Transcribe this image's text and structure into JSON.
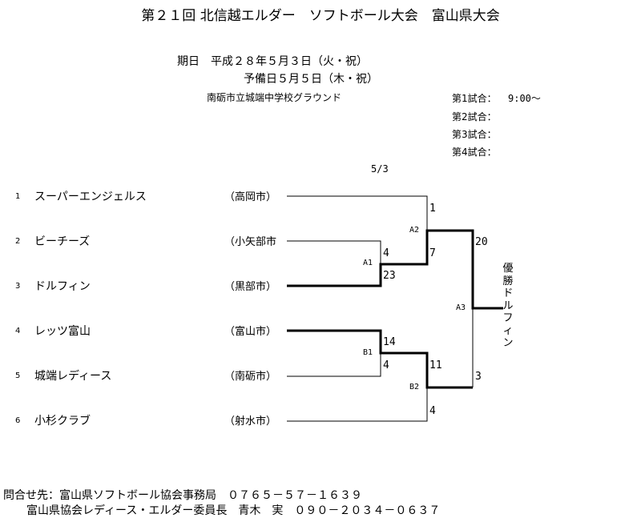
{
  "title": "第２１回 北信越エルダー　ソフトボール大会　富山県大会",
  "schedule": {
    "date_line": "期日　平成２８年５月３日（火・祝）",
    "reserve_line": "予備日５月５日（木・祝）",
    "venue": "南砺市立城端中学校グラウンド"
  },
  "games": [
    {
      "label": "第1試合：",
      "time": "9:00～"
    },
    {
      "label": "第2試合：",
      "time": ""
    },
    {
      "label": "第3試合：",
      "time": ""
    },
    {
      "label": "第4試合：",
      "time": ""
    }
  ],
  "bracket_date": "5/3",
  "teams": [
    {
      "num": "1",
      "name": "スーパーエンジェルス",
      "city": "（高岡市）"
    },
    {
      "num": "2",
      "name": "ビーチーズ",
      "city": "（小矢部市"
    },
    {
      "num": "3",
      "name": "ドルフィン",
      "city": "（黒部市）"
    },
    {
      "num": "4",
      "name": "レッツ富山",
      "city": "（富山市）"
    },
    {
      "num": "5",
      "name": "城端レディース",
      "city": "（南砺市）"
    },
    {
      "num": "6",
      "name": "小杉クラブ",
      "city": "（射水市）"
    }
  ],
  "matches": {
    "A1": {
      "label": "A1",
      "top_score": "4",
      "bottom_score": "23"
    },
    "B1": {
      "label": "B1",
      "top_score": "14",
      "bottom_score": "4"
    },
    "A2": {
      "label": "A2",
      "top_score": "1",
      "bottom_score": "7"
    },
    "B2": {
      "label": "B2",
      "top_score": "11",
      "bottom_score": "4"
    },
    "A3": {
      "label": "A3",
      "top_score": "20",
      "bottom_score": "3"
    }
  },
  "champion": "優勝ドルフィン",
  "footer": {
    "line1": "問合せ先：富山県ソフトボール協会事務局　０７６５－５７－１６３９",
    "line2": "富山県協会レディース・エルダー委員長　青木　実　０９０－２０３４－０６３７"
  }
}
